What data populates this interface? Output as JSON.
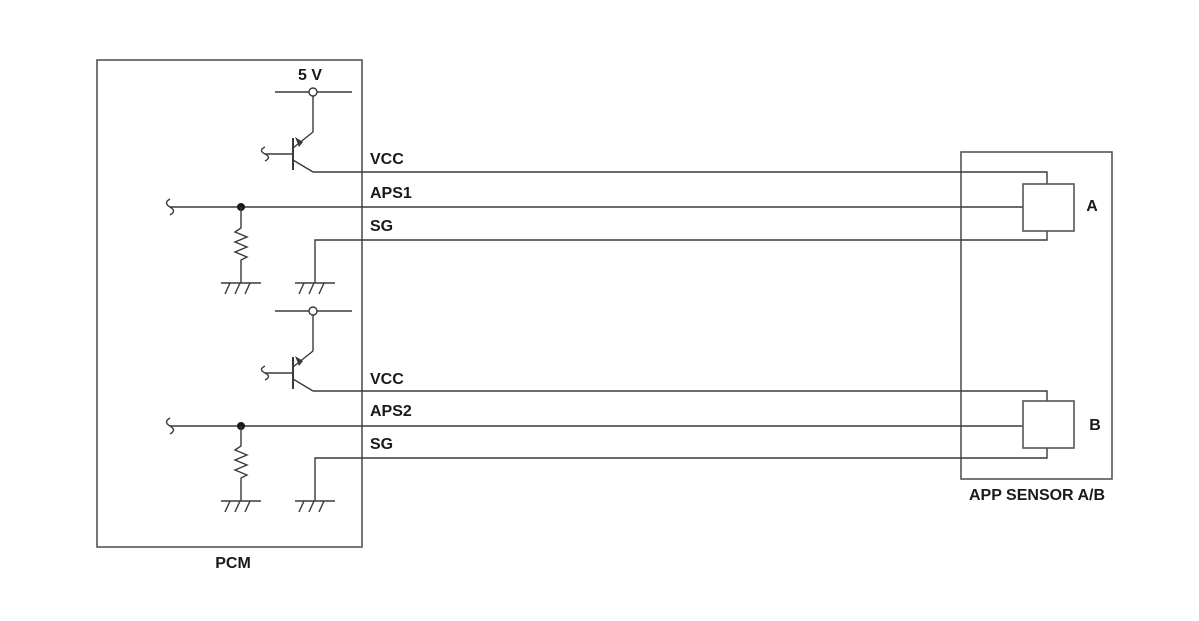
{
  "pcm": {
    "label": "PCM"
  },
  "sensor_box": {
    "label": "APP SENSOR A/B"
  },
  "supply": {
    "label": "5 V"
  },
  "channels": [
    {
      "vcc_label": "VCC",
      "signal_label": "APS1",
      "ground_label": "SG",
      "sensor_label": "A"
    },
    {
      "vcc_label": "VCC",
      "signal_label": "APS2",
      "ground_label": "SG",
      "sensor_label": "B"
    }
  ],
  "colors": {
    "line": "#3a3a3a",
    "text": "#1a1a1a",
    "background": "#ffffff"
  }
}
